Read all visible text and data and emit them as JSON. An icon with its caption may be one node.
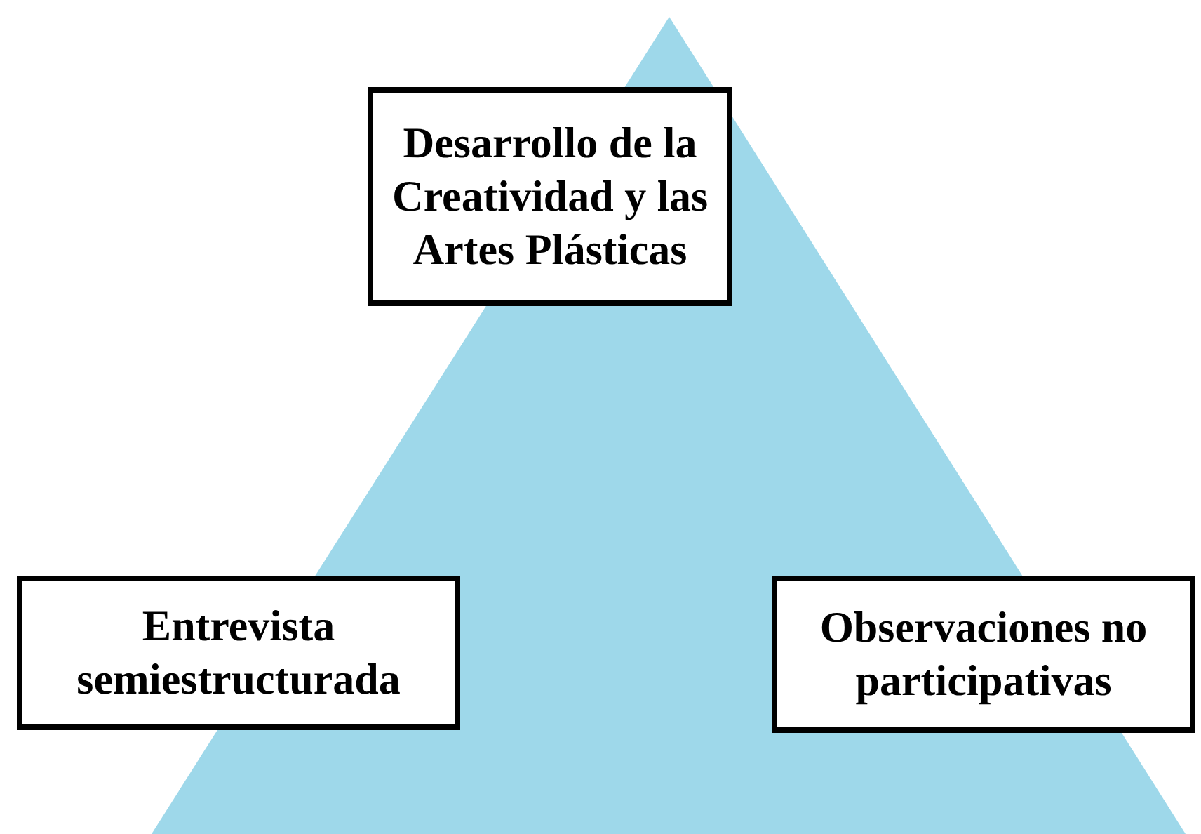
{
  "diagram": {
    "nodes": [
      {
        "text": [
          "Desarrollo de la Creatividad y las Artes Plásticas"
        ]
      },
      {
        "text": [
          "Entrevista semiestructurada"
        ]
      },
      {
        "text": [
          "Observaciones no participativas"
        ]
      }
    ]
  }
}
